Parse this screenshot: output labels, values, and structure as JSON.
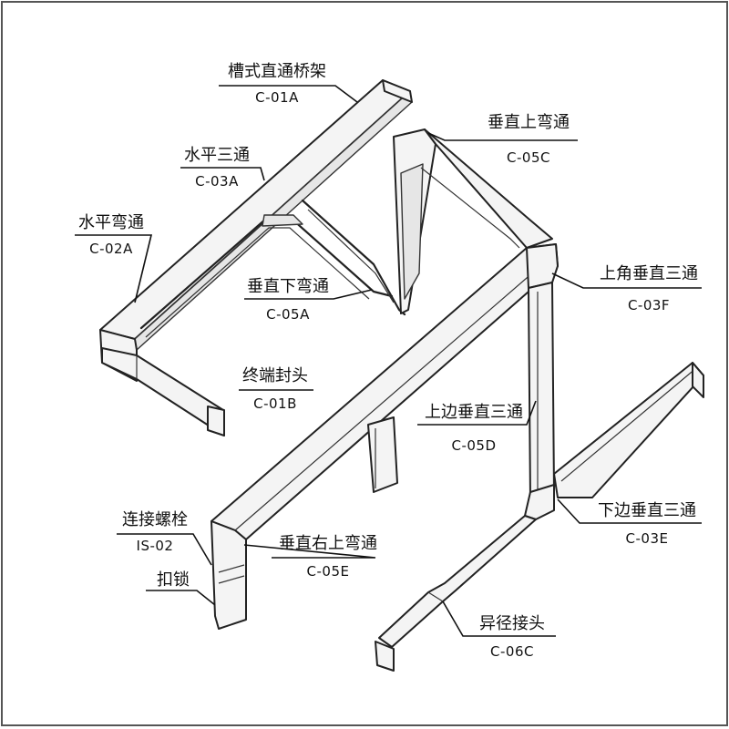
{
  "labels": [
    {
      "name": "槽式直通桥架",
      "code": "C-01A"
    },
    {
      "name": "水平三通",
      "code": "C-03A"
    },
    {
      "name": "水平弯通",
      "code": "C-02A"
    },
    {
      "name": "垂直下弯通",
      "code": "C-05A"
    },
    {
      "name": "终端封头",
      "code": "C-01B"
    },
    {
      "name": "连接螺栓",
      "code": "IS-02"
    },
    {
      "name": "扣锁",
      "code": ""
    },
    {
      "name": "垂直右上弯通",
      "code": "C-05E"
    },
    {
      "name": "垂直上弯通",
      "code": "C-05C"
    },
    {
      "name": "上角垂直三通",
      "code": "C-03F"
    },
    {
      "name": "上边垂直三通",
      "code": "C-05D"
    },
    {
      "name": "下边垂直三通",
      "code": "C-03E"
    },
    {
      "name": "异径接头",
      "code": "C-06C"
    }
  ]
}
